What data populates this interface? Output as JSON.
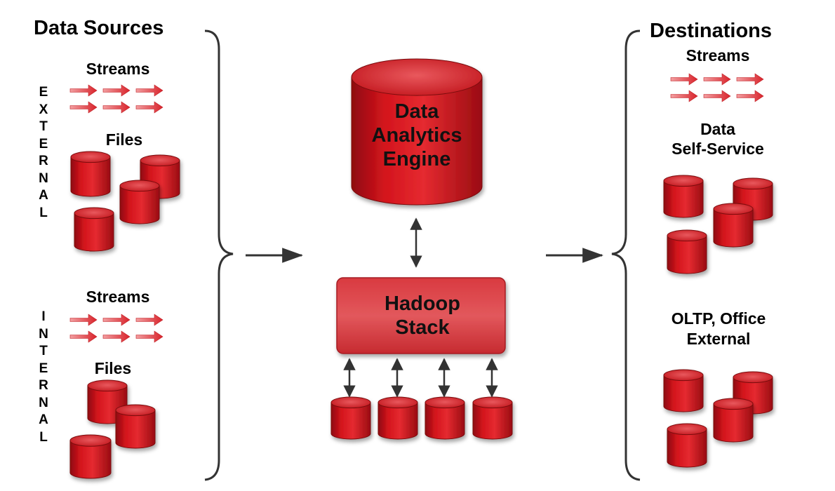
{
  "diagram": {
    "sources_title": "Data Sources",
    "destinations_title": "Destinations",
    "external_label": "EXTERNAL",
    "internal_label": "INTERNAL",
    "external_streams_label": "Streams",
    "external_files_label": "Files",
    "internal_streams_label": "Streams",
    "internal_files_label": "Files",
    "engine_line1": "Data",
    "engine_line2": "Analytics",
    "engine_line3": "Engine",
    "hadoop_line1": "Hadoop",
    "hadoop_line2": "Stack",
    "dest_streams_label": "Streams",
    "dest_selfservice_line1": "Data",
    "dest_selfservice_line2": "Self-Service",
    "dest_oltp_line1": "OLTP, Office",
    "dest_oltp_line2": "External"
  },
  "colors": {
    "cylinder_fill": "#d4141c",
    "cylinder_dark": "#8a0a0e",
    "cylinder_top": "#e8464c",
    "stream_arrow": "#e0333b",
    "connector": "#333333"
  },
  "icons": {
    "cylinder": "database-cylinder-icon",
    "stream": "stream-arrow-icon",
    "brace": "curly-brace-icon",
    "flow": "flow-arrow-icon"
  }
}
